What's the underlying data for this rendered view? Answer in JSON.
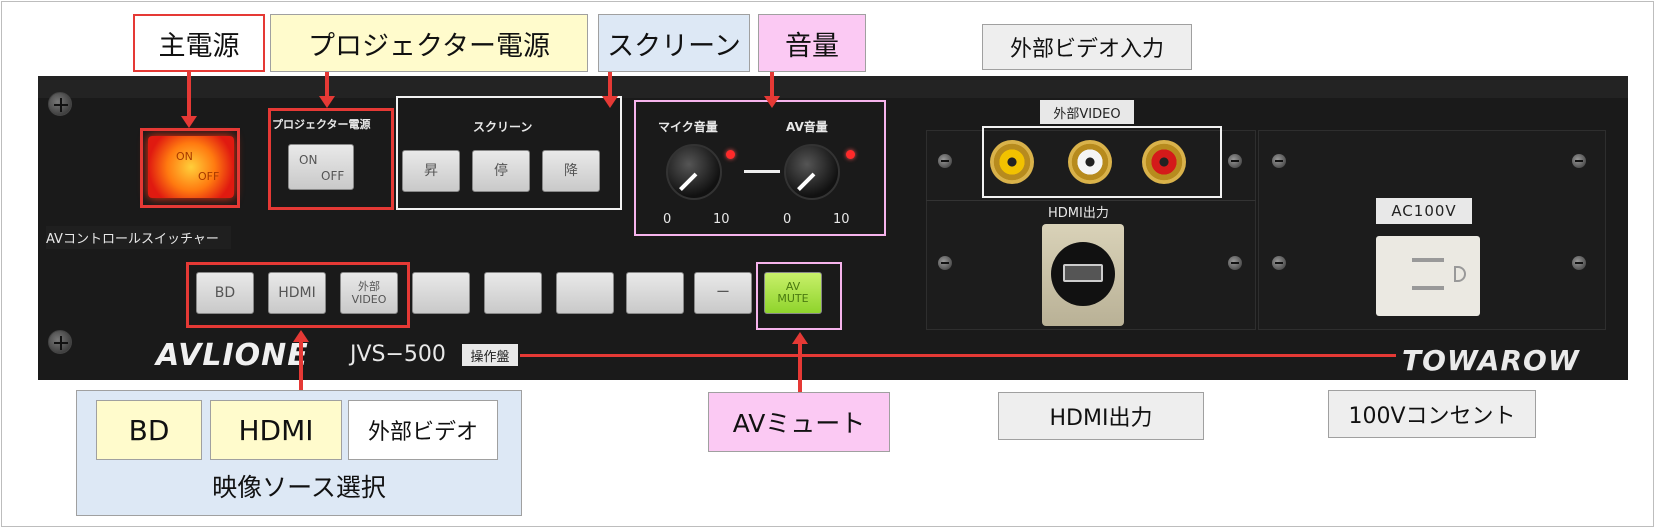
{
  "callouts": {
    "main_power": "主電源",
    "projector_power": "プロジェクター電源",
    "screen": "スクリーン",
    "volume": "音量",
    "external_video_input": "外部ビデオ入力",
    "av_mute": "AVミュート",
    "hdmi_output": "HDMI出力",
    "outlet_100v": "100Vコンセント",
    "source_select": {
      "title": "映像ソース選択",
      "items": [
        "BD",
        "HDMI",
        "外部ビデオ"
      ]
    }
  },
  "panel": {
    "projector_power_label": "プロジェクター電源",
    "screen_label": "スクリーン",
    "main_switch": {
      "on": "ON",
      "off": "OFF"
    },
    "projector_switch": {
      "on": "ON",
      "off": "OFF"
    },
    "screen_buttons": [
      "昇",
      "停",
      "降"
    ],
    "mic_volume_label": "マイク音量",
    "av_volume_label": "AV音量",
    "mic_scale": {
      "min": "0",
      "max": "10"
    },
    "av_scale": {
      "min": "0",
      "max": "10"
    },
    "switcher_label": "AVコントロールスイッチャー",
    "source_buttons": [
      "BD",
      "HDMI"
    ],
    "ext_video_button": {
      "line1": "外部",
      "line2": "VIDEO"
    },
    "dash_button": "ー",
    "av_mute_button": {
      "line1": "AV",
      "line2": "MUTE"
    },
    "brand": "AVLIONE",
    "model": "JVS−500",
    "model_suffix": "操作盤",
    "maker": "TOWAROW",
    "ext_video_tag": "外部VIDEO",
    "hdmi_out_tag": "HDMI出力",
    "ac_tag": "AC100V"
  },
  "colors": {
    "accent_red": "#e53935",
    "yellow_label": "#fffbcc",
    "blue_label": "#dde8f5",
    "pink_label": "#fbc9f3",
    "gray_label": "#eeeeee"
  }
}
